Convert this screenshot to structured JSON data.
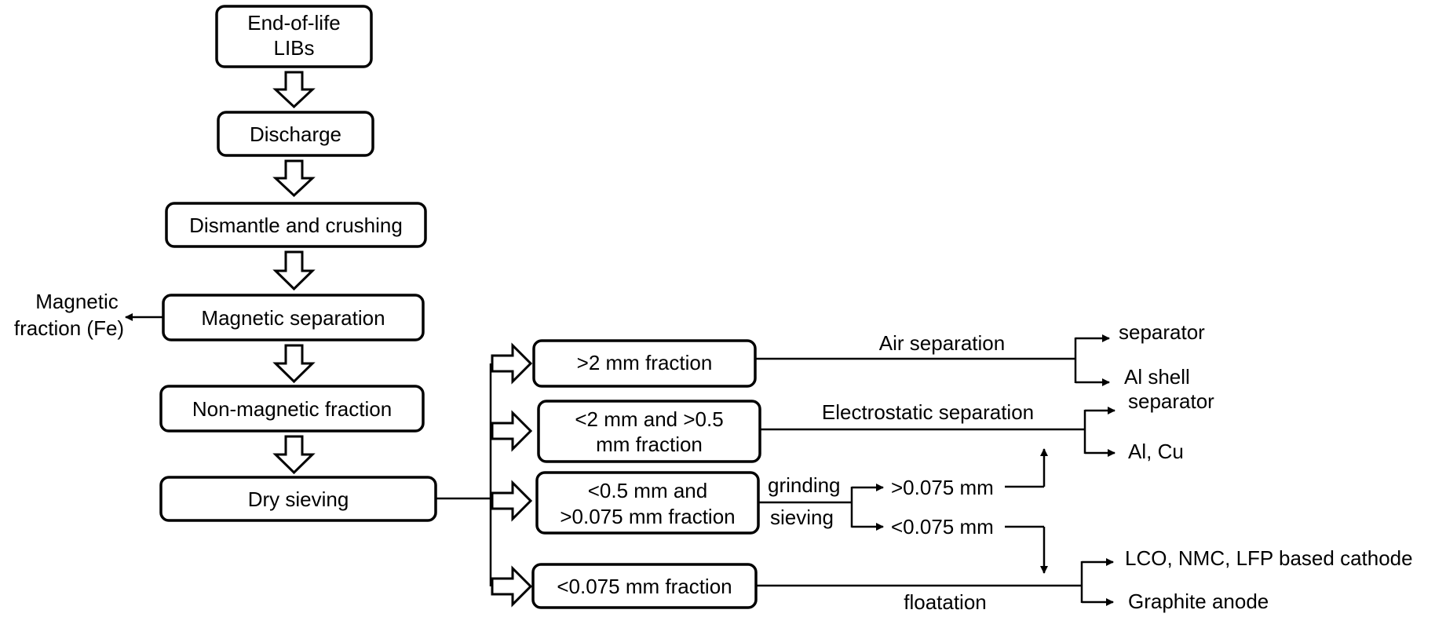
{
  "diagram": {
    "steps": {
      "eol": [
        "End-of-life",
        "LIBs"
      ],
      "discharge": "Discharge",
      "dismantle": "Dismantle and crushing",
      "magnetic_separation": "Magnetic separation",
      "non_magnetic": "Non-magnetic fraction",
      "dry_sieving": "Dry sieving"
    },
    "magnetic_fraction": [
      "Magnetic",
      "fraction (Fe)"
    ],
    "fractions": {
      "gt2": ">2 mm fraction",
      "mid": [
        "<2 mm and >0.5",
        "mm fraction"
      ],
      "small": [
        "<0.5 mm and",
        ">0.075 mm fraction"
      ],
      "fine": "<0.075 mm fraction"
    },
    "processes": {
      "air": "Air separation",
      "electrostatic": "Electrostatic separation",
      "grinding": "grinding",
      "sieving": "sieving",
      "floatation": "floatation"
    },
    "outputs": {
      "gt0075": ">0.075 mm",
      "lt0075": "<0.075 mm",
      "separator_1": "separator",
      "al_shell": "Al shell",
      "separator_2": "separator",
      "al_cu": "Al, Cu",
      "cathode": "LCO, NMC, LFP based cathode",
      "graphite": "Graphite anode"
    }
  }
}
